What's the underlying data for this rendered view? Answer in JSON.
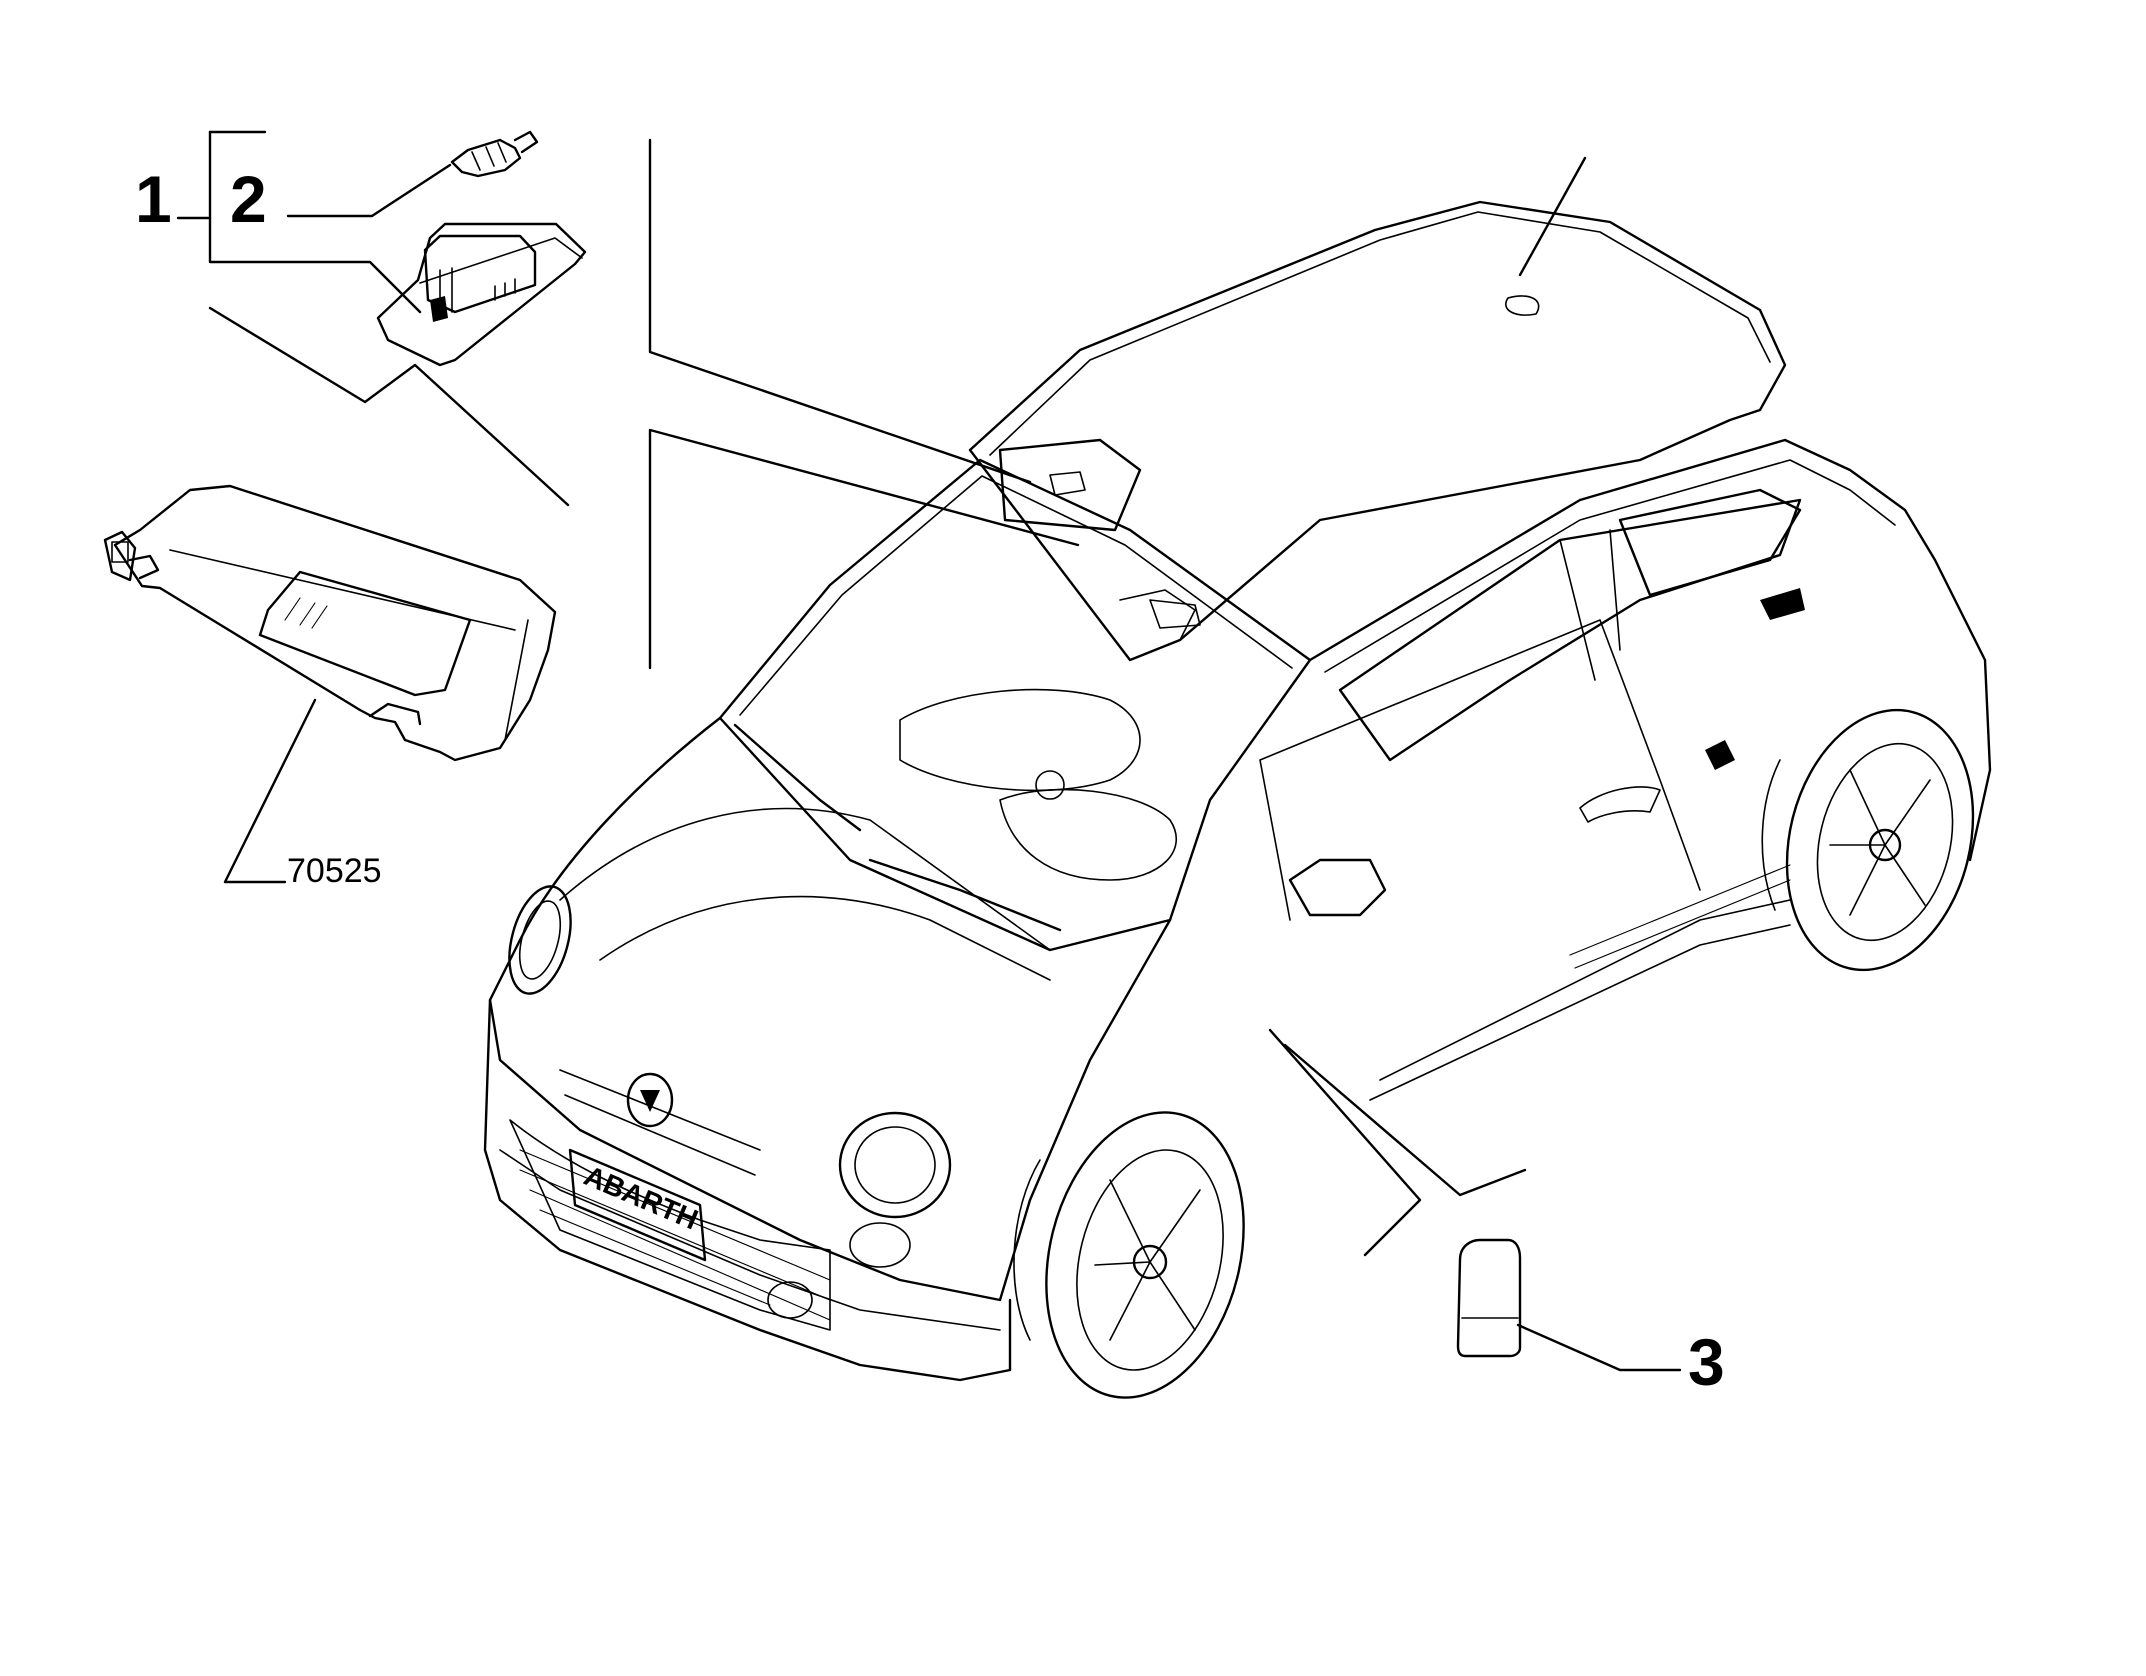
{
  "callouts": {
    "part_1": "1",
    "part_2": "2",
    "part_3": "3",
    "ref_code": "70525"
  },
  "car": {
    "badge_text": "ABARTH"
  },
  "colors": {
    "stroke": "#000000",
    "background": "#ffffff"
  }
}
